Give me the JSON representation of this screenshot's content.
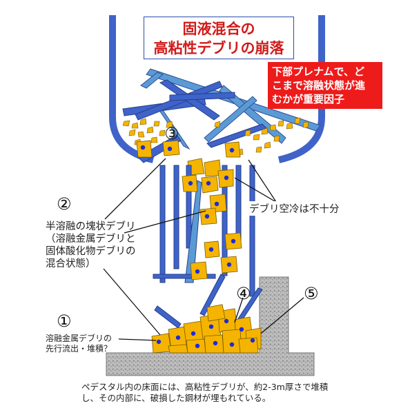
{
  "title_box": {
    "line1": "固液混合の",
    "line2": "高粘性デブリの崩落"
  },
  "red_note": {
    "line1": "下部プレナムで、ど",
    "line2": "こまで溶融状態が進",
    "line3": "むかが重要因子"
  },
  "markers": {
    "m1": "①",
    "m2": "②",
    "m3": "③",
    "m4": "④",
    "m5": "⑤"
  },
  "label_semi": {
    "line1": "半溶融の塊状デブリ",
    "line2": "（溶融金属デブリと",
    "line3": "固体酸化物デブリの",
    "line4": "混合状態）"
  },
  "label_cooling": "デブリ空冷は不十分",
  "label_metal": {
    "line1": "溶融金属デブリの",
    "line2": "先行流出・堆積？"
  },
  "caption": {
    "line1": "ペデスタル内の床面には、高粘性デブリが、約2-3m厚さで堆積",
    "line2": "し、その内部に、破損した鋼材が埋もれている。"
  },
  "colors": {
    "steel": "#3f63c8",
    "steel_light": "#5b9bd5",
    "debris": "#f5b400",
    "dot": "#1f2bd6",
    "concrete": "#b5b5b5",
    "title_text": "#d11a1a",
    "note_bg": "#ee1b1b"
  }
}
